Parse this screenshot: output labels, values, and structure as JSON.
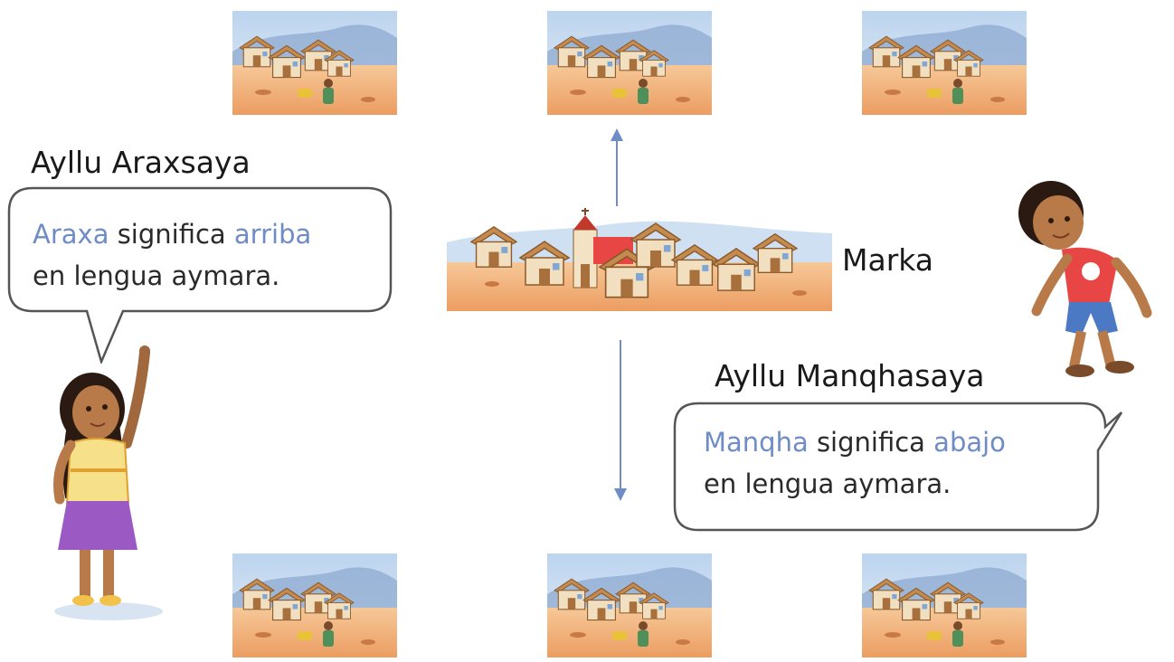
{
  "labels": {
    "araxsaya": "Ayllu Araxsaya",
    "manqhasaya": "Ayllu Manqhasaya",
    "marka": "Marka"
  },
  "bubble_araxsaya": {
    "highlight_1": "Araxa",
    "word_1": "significa",
    "highlight_2": "arriba",
    "line_2": "en lengua aymara."
  },
  "bubble_manqhasaya": {
    "highlight_1": "Manqha",
    "word_1": "significa",
    "highlight_2": "abajo",
    "line_2": "en lengua aymara."
  },
  "colors": {
    "highlight": "#6f8cc7",
    "arrow": "#6f8cc7",
    "sky": "#cfe0f3",
    "ground": "#f0b07a"
  }
}
